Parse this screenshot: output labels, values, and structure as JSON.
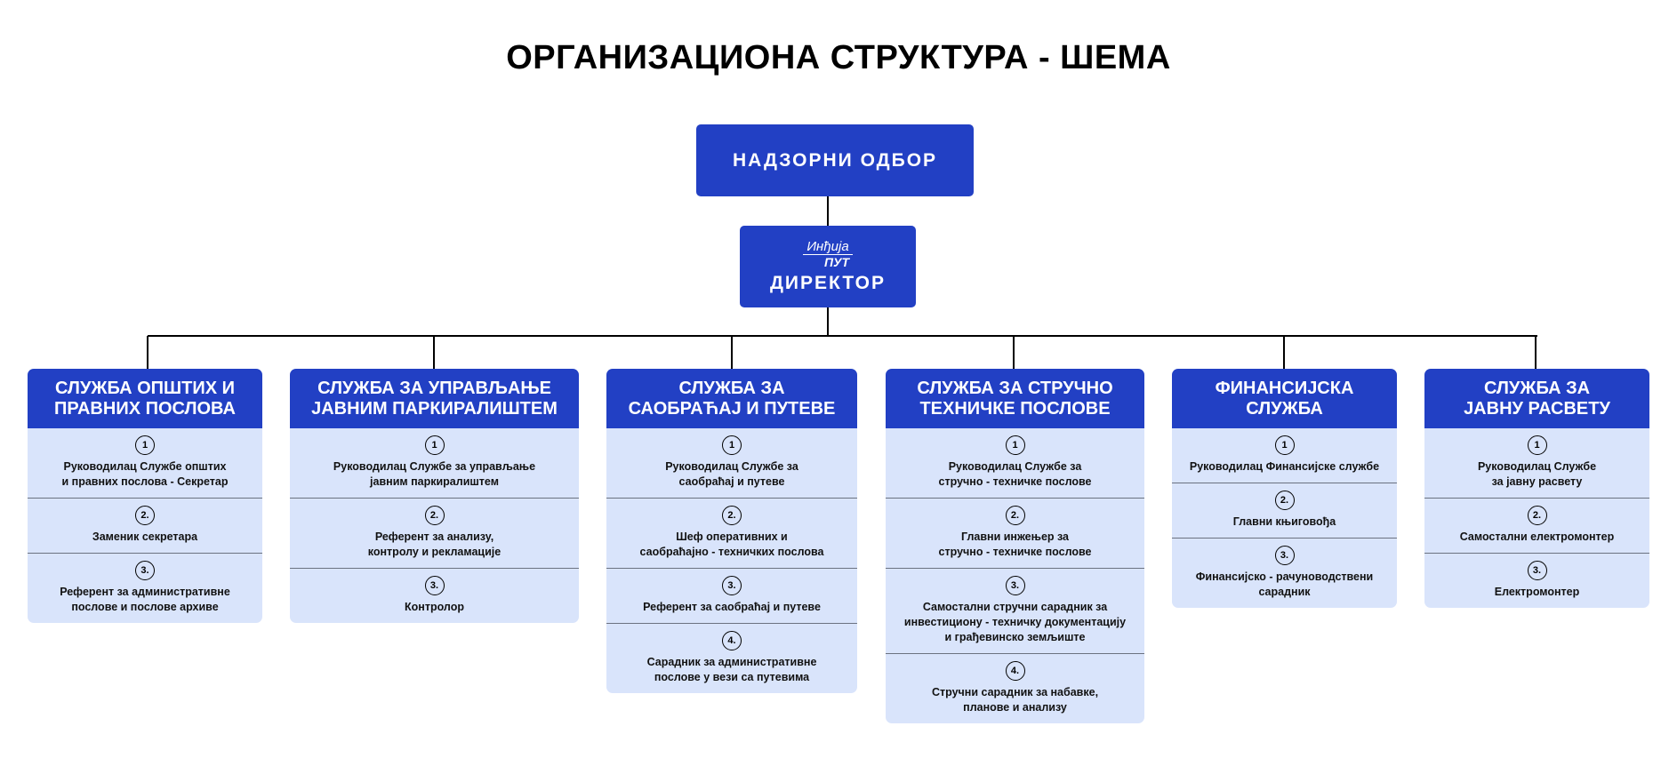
{
  "title": "ОРГАНИЗАЦИОНА СТРУКТУРА - ШЕМА",
  "board": "НАДЗОРНИ ОДБОР",
  "director": {
    "logo_line1": "Инђија",
    "logo_line2": "ПУТ",
    "label": "ДИРЕКТОР"
  },
  "colors": {
    "header": "#2240c4",
    "body": "#d9e4fb"
  },
  "departments": [
    {
      "title": "СЛУЖБА ОПШТИХ И\nПРАВНИХ ПОСЛОВА",
      "positions": [
        {
          "num": "1",
          "text": "Руководилац Службе општих\nи правних послова - Секретар"
        },
        {
          "num": "2.",
          "text": "Заменик секретара"
        },
        {
          "num": "3.",
          "text": "Референт за административне\nпослове и послове архиве"
        }
      ]
    },
    {
      "title": "СЛУЖБА ЗА УПРАВЉАЊЕ\nЈАВНИМ ПАРКИРАЛИШТЕМ",
      "positions": [
        {
          "num": "1",
          "text": "Руководилац Службе за управљање\nјавним паркиралиштем"
        },
        {
          "num": "2.",
          "text": "Референт за анализу,\nконтролу и рекламације"
        },
        {
          "num": "3.",
          "text": "Контролор"
        }
      ]
    },
    {
      "title": "СЛУЖБА ЗА\nСАОБРАЋАЈ И ПУТЕВЕ",
      "positions": [
        {
          "num": "1",
          "text": "Руководилац Службе за\nсаобраћај и путеве"
        },
        {
          "num": "2.",
          "text": "Шеф оперативних и\nсаобраћајно - техничких послова"
        },
        {
          "num": "3.",
          "text": "Референт за саобраћај и путеве"
        },
        {
          "num": "4.",
          "text": "Сарадник за административне\nпослове у вези са путевима"
        }
      ]
    },
    {
      "title": "СЛУЖБА ЗА СТРУЧНО\nТЕХНИЧКЕ ПОСЛОВЕ",
      "positions": [
        {
          "num": "1",
          "text": "Руководилац Службе за\nстручно - техничке послове"
        },
        {
          "num": "2.",
          "text": "Главни инжењер за\nстручно - техничке послове"
        },
        {
          "num": "3.",
          "text": "Самостални стручни сарадник за\nинвестициону - техничку документацију\nи грађевинско земљиште"
        },
        {
          "num": "4.",
          "text": "Стручни сарадник за набавке,\nпланове и анализу"
        }
      ]
    },
    {
      "title": "ФИНАНСИЈСКА\nСЛУЖБА",
      "positions": [
        {
          "num": "1",
          "text": "Руководилац Финансијске службе"
        },
        {
          "num": "2.",
          "text": "Главни књиговођа"
        },
        {
          "num": "3.",
          "text": "Финансијско - рачуноводствени\nсарадник"
        }
      ]
    },
    {
      "title": "СЛУЖБА ЗА\nЈАВНУ РАСВЕТУ",
      "positions": [
        {
          "num": "1",
          "text": "Руководилац Службе\nза јавну расвету"
        },
        {
          "num": "2.",
          "text": "Самостални електромонтер"
        },
        {
          "num": "3.",
          "text": "Електромонтер"
        }
      ]
    }
  ]
}
